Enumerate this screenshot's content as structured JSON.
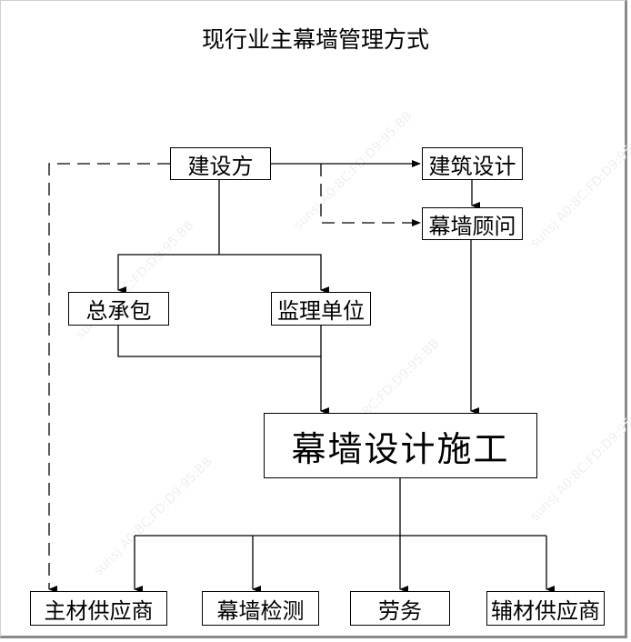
{
  "title": "现行业主幕墙管理方式",
  "nodes": {
    "owner": "建设方",
    "architectural_design": "建筑设计",
    "curtain_wall_consultant": "幕墙顾问",
    "general_contractor": "总承包",
    "supervision_unit": "监理单位",
    "curtain_wall_design_construction": "幕墙设计施工",
    "main_material_supplier": "主材供应商",
    "curtain_wall_testing": "幕墙检测",
    "labor": "劳务",
    "auxiliary_material_supplier": "辅材供应商"
  },
  "edges": [
    {
      "from": "建设方",
      "to": "建筑设计",
      "style": "solid"
    },
    {
      "from": "建设方",
      "to": "幕墙顾问",
      "style": "dashed"
    },
    {
      "from": "建筑设计",
      "to": "幕墙顾问",
      "style": "solid"
    },
    {
      "from": "建设方",
      "to": "总承包",
      "style": "solid"
    },
    {
      "from": "建设方",
      "to": "监理单位",
      "style": "solid"
    },
    {
      "from": "总承包",
      "to": "幕墙设计施工",
      "style": "solid"
    },
    {
      "from": "监理单位",
      "to": "幕墙设计施工",
      "style": "solid"
    },
    {
      "from": "幕墙顾问",
      "to": "幕墙设计施工",
      "style": "solid"
    },
    {
      "from": "建设方",
      "to": "主材供应商",
      "style": "dashed"
    },
    {
      "from": "幕墙设计施工",
      "to": "主材供应商",
      "style": "solid"
    },
    {
      "from": "幕墙设计施工",
      "to": "幕墙检测",
      "style": "solid"
    },
    {
      "from": "幕墙设计施工",
      "to": "劳务",
      "style": "solid"
    },
    {
      "from": "幕墙设计施工",
      "to": "辅材供应商",
      "style": "solid"
    }
  ],
  "watermark": "sunsj A0:8C:FD:D9:95:BB"
}
